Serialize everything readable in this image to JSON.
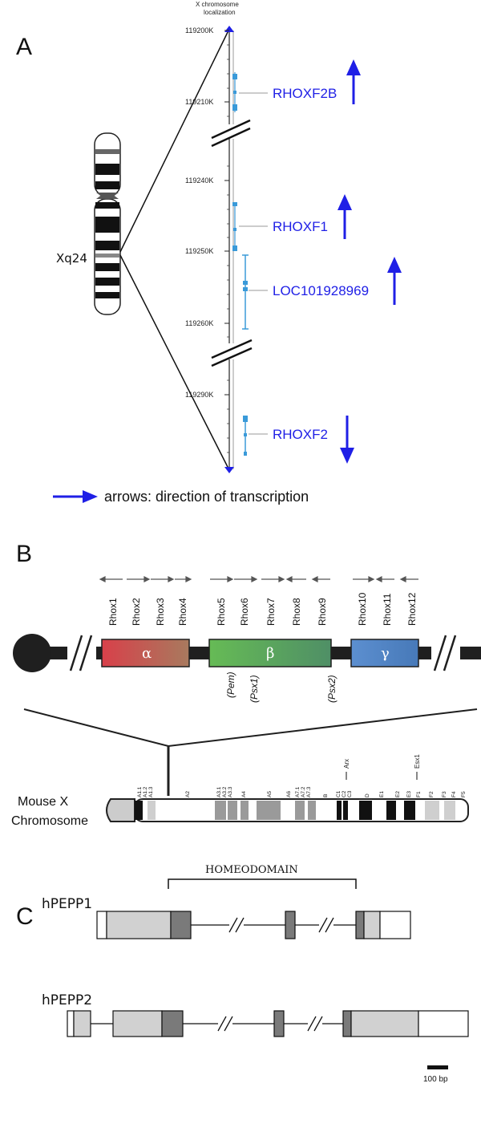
{
  "panelA": {
    "letter": "A",
    "header_line1": "X chromosome",
    "header_line2": "localization",
    "band_label": "Xq24",
    "ticks": [
      "119200K",
      "119210K",
      "119240K",
      "119250K",
      "119260K",
      "119290K"
    ],
    "genes": [
      {
        "name": "RHOXF2B",
        "direction": "up"
      },
      {
        "name": "RHOXF1",
        "direction": "up"
      },
      {
        "name": "LOC101928969",
        "direction": "up"
      },
      {
        "name": "RHOXF2",
        "direction": "down"
      }
    ],
    "legend": "arrows: direction of transcription",
    "colors": {
      "gene_blue": "#1f1fe6",
      "track_blue": "#3a9ad9"
    }
  },
  "panelB": {
    "letter": "B",
    "genes": [
      "Rhox1",
      "Rhox2",
      "Rhox3",
      "Rhox4",
      "Rhox5",
      "Rhox6",
      "Rhox7",
      "Rhox8",
      "Rhox9",
      "Rhox10",
      "Rhox11",
      "Rhox12"
    ],
    "directions": [
      "left",
      "right",
      "right",
      "right",
      "right",
      "right",
      "right",
      "left",
      "left",
      "right",
      "left",
      "left"
    ],
    "clusters": [
      {
        "symbol": "α",
        "color": "#c0473f"
      },
      {
        "symbol": "β",
        "color": "#5fae5a"
      },
      {
        "symbol": "γ",
        "color": "#4f86c6"
      }
    ],
    "aliases": [
      "(Pem)",
      "(Psx1)",
      "(Psx2)"
    ],
    "chromosome_label_line1": "Mouse X",
    "chromosome_label_line2": "Chromosome",
    "bands": [
      "A1.1",
      "A1.2",
      "A1.3",
      "A2",
      "A3.1",
      "A3.2",
      "A3.3",
      "A4",
      "A5",
      "A6",
      "A7.1",
      "A7.2",
      "A7.3",
      "B",
      "C1",
      "C2",
      "C3",
      "D",
      "E1",
      "E2",
      "E3",
      "F1",
      "F2",
      "F3",
      "F4",
      "F5"
    ],
    "markers": [
      "Arx",
      "Esx1"
    ]
  },
  "panelC": {
    "letter": "C",
    "homeodomain": "HOMEODOMAIN",
    "transcripts": [
      "hPEPP1",
      "hPEPP2"
    ],
    "scale_label": "100 bp"
  }
}
